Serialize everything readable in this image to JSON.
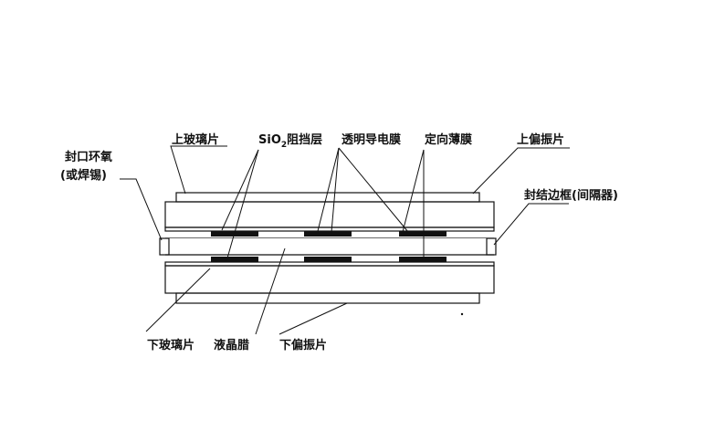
{
  "labels": {
    "upper_glass": "上玻璃片",
    "sio2_prefix": "SiO",
    "sio2_sub": "2",
    "sio2_suffix": "阻挡层",
    "conductive_film": "透明导电膜",
    "alignment_film": "定向薄膜",
    "upper_polarizer": "上偏振片",
    "seal_epoxy_line1": "封口环氧",
    "seal_epoxy_line2": "(或焊锡)",
    "seal_frame": "封结边框(间隔器)",
    "lower_glass": "下玻璃片",
    "lc_cell": "液晶腊",
    "lower_polarizer": "下偏振片"
  },
  "colors": {
    "line": "#111111",
    "electrode": "#111111",
    "background": "#ffffff"
  }
}
